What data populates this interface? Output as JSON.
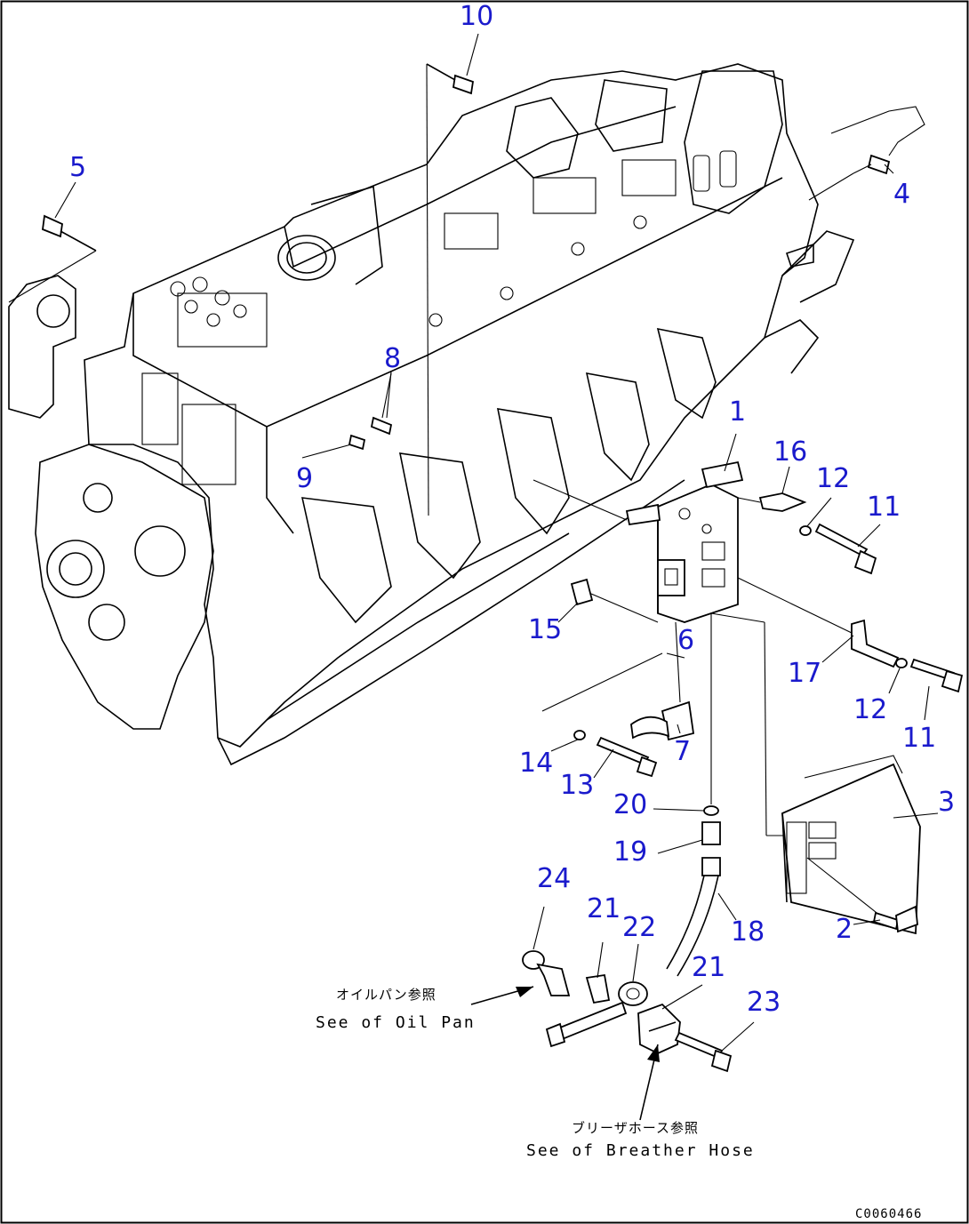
{
  "drawing": {
    "code": "C0060466",
    "border_color": "#000000",
    "callout_color": "#1a1acc"
  },
  "callouts": {
    "c1": "1",
    "c2": "2",
    "c3": "3",
    "c4": "4",
    "c5": "5",
    "c6": "6",
    "c7": "7",
    "c8": "8",
    "c9": "9",
    "c10": "10",
    "c11a": "11",
    "c11b": "11",
    "c12a": "12",
    "c12b": "12",
    "c13": "13",
    "c14": "14",
    "c15": "15",
    "c16": "16",
    "c17": "17",
    "c18": "18",
    "c19": "19",
    "c20": "20",
    "c21a": "21",
    "c21b": "21",
    "c22": "22",
    "c23": "23",
    "c24": "24"
  },
  "notes": {
    "oil_pan_jp": "オイルパン参照",
    "oil_pan_en": "See of Oil Pan",
    "breather_jp": "ブリーザホース参照",
    "breather_en": "See of Breather Hose"
  }
}
